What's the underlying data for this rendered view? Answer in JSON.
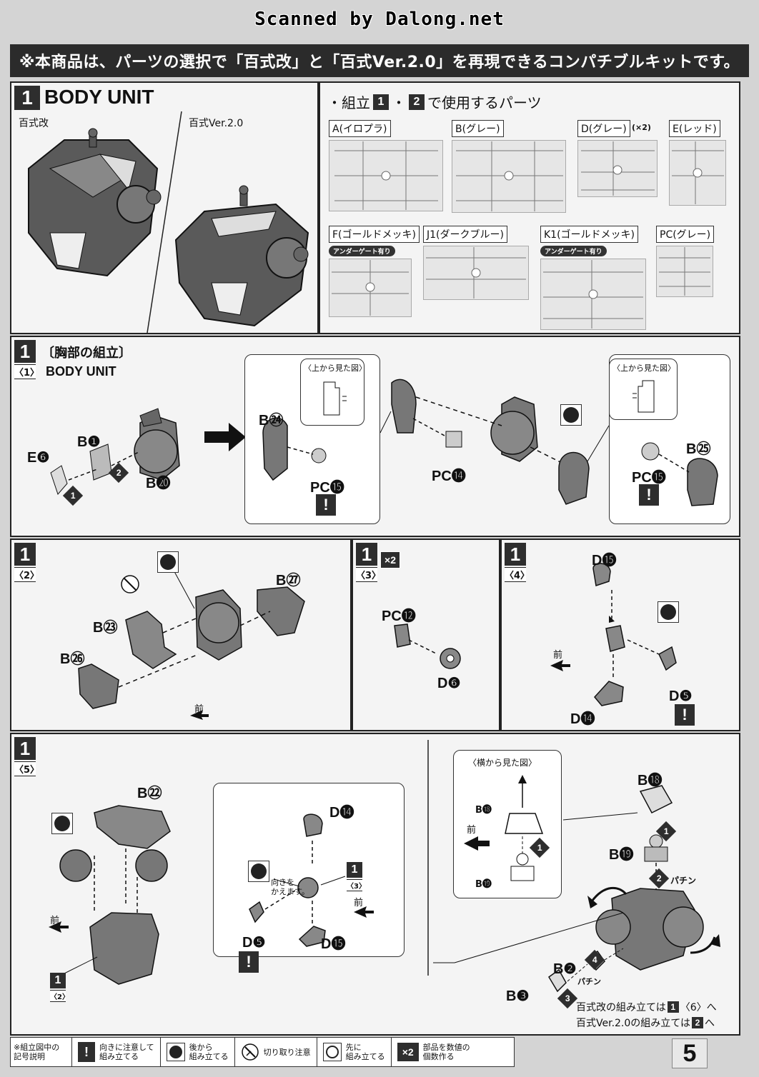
{
  "header": {
    "scanned": "Scanned by Dalong.net",
    "banner": "※本商品は、パーツの選択で「百式改」と「百式Ver.2.0」を再現できるコンパチブルキットです。"
  },
  "section1": {
    "num": "1",
    "title": "BODY UNIT",
    "variant_a": "百式改",
    "variant_b": "百式Ver.2.0"
  },
  "parts": {
    "heading_pre": "・組立",
    "heading_n1": "1",
    "heading_dot": "・",
    "heading_n2": "2",
    "heading_post": "で使用するパーツ",
    "runners": [
      {
        "label": "A(イロプラ)"
      },
      {
        "label": "B(グレー)"
      },
      {
        "label": "D(グレー)",
        "mult": "(×2)"
      },
      {
        "label": "E(レッド)"
      },
      {
        "label": "F(ゴールドメッキ)",
        "badge": "アンダーゲート有り"
      },
      {
        "label": "J1(ダークブルー)"
      },
      {
        "label": "K1(ゴールドメッキ)",
        "badge": "アンダーゲート有り"
      },
      {
        "label": "PC(グレー)"
      }
    ]
  },
  "step1": {
    "num": "1",
    "sub": "〈1〉",
    "title_jp": "〔胸部の組立〕",
    "title_en": "BODY UNIT",
    "labels": {
      "e6": "E❻",
      "b1": "B❶",
      "b20": "B⓴",
      "b24": "B㉔",
      "pc15a": "PC⓯",
      "pc14": "PC⓮",
      "pc15b": "PC⓯",
      "b25": "B㉕"
    },
    "view_top": "〈上から見た図〉",
    "view_top2": "〈上から見た図〉",
    "d1": "1",
    "d2": "2"
  },
  "step2": {
    "num": "1",
    "sub": "〈2〉",
    "labels": {
      "b23": "B㉓",
      "b26": "B㉖",
      "b27": "B㉗"
    },
    "front": "前"
  },
  "step3": {
    "num": "1",
    "sub": "〈3〉",
    "x2": "×2",
    "labels": {
      "pc12": "PC⓬",
      "d6": "D❻"
    }
  },
  "step4": {
    "num": "1",
    "sub": "〈4〉",
    "labels": {
      "d15": "D⓯",
      "d14": "D⓮",
      "d5": "D❺"
    },
    "front": "前"
  },
  "step5": {
    "num": "1",
    "sub": "〈5〉",
    "labels": {
      "b22": "B㉒",
      "d14": "D⓮",
      "d5": "D❺",
      "d15": "D⓯",
      "b18": "B⓲",
      "b19": "B⓳",
      "b2": "B❷",
      "b3": "B❸",
      "b18s": "B⓲",
      "b19s": "B⓳"
    },
    "front_a": "前",
    "front_b": "前",
    "front_c": "前",
    "turn": "向きを\nかえます。",
    "ref_num": "1",
    "ref_sub": "〈2〉",
    "ref2_num": "1",
    "ref2_sub": "〈3〉",
    "side_view": "〈横から見た図〉",
    "snap": "パチン",
    "snap2": "パチン",
    "d1": "1",
    "d2": "2",
    "d3": "3",
    "d4": "4",
    "d1s": "1",
    "next_a_pre": "百式改の組み立ては",
    "next_a_num": "1",
    "next_a_post": "〈6〉へ",
    "next_b_pre": "百式Ver.2.0の組み立ては",
    "next_b_num": "2",
    "next_b_post": "へ"
  },
  "legend": {
    "title": "※組立図中の\n記号説明",
    "items": [
      {
        "text": "向きに注意して\n組み立てる"
      },
      {
        "text": "後から\n組み立てる"
      },
      {
        "text": "切り取り注意"
      },
      {
        "text": "先に\n組み立てる"
      },
      {
        "text": "部品を数値の\n個数作る"
      }
    ],
    "x2": "×2",
    "warn": "!"
  },
  "page_number": "5",
  "colors": {
    "dark": "#2e2e2e",
    "panel": "#f4f4f4",
    "paper": "#d4d4d4"
  }
}
